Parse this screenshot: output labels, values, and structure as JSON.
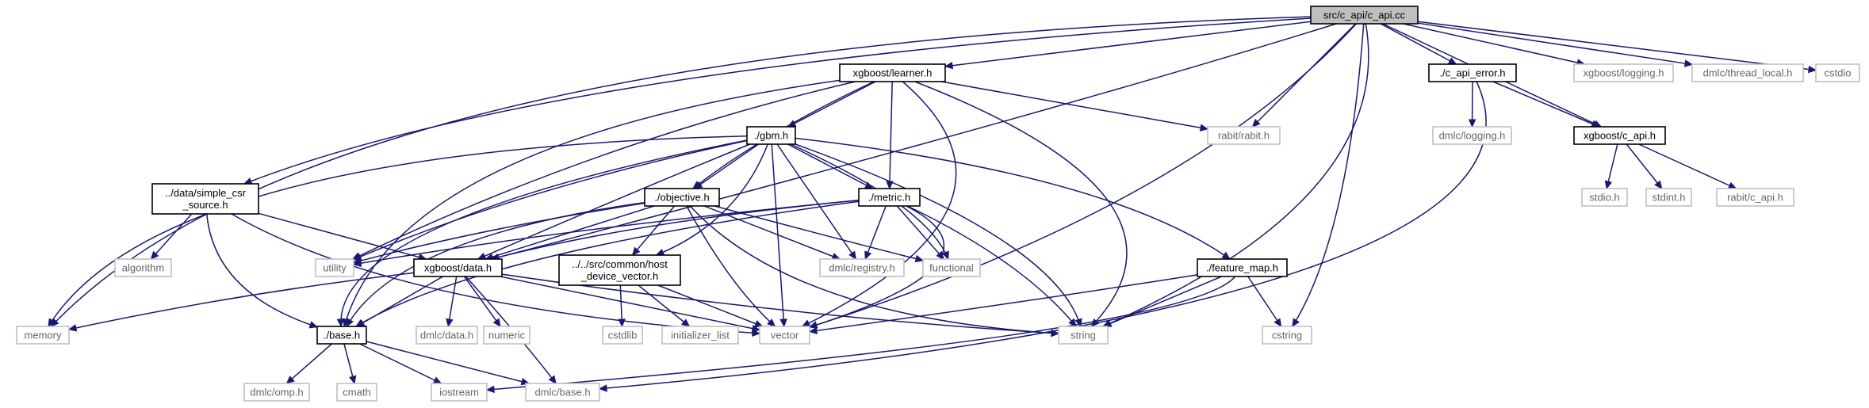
{
  "graph": {
    "nodes": [
      {
        "id": "root",
        "lines": [
          "src/c_api/c_api.cc"
        ],
        "style": "root"
      },
      {
        "id": "learner",
        "lines": [
          "xgboost/learner.h"
        ],
        "style": "black"
      },
      {
        "id": "c_api_error",
        "lines": [
          "./c_api_error.h"
        ],
        "style": "black"
      },
      {
        "id": "logging",
        "lines": [
          "xgboost/logging.h"
        ],
        "style": "grey"
      },
      {
        "id": "thread_local",
        "lines": [
          "dmlc/thread_local.h"
        ],
        "style": "grey"
      },
      {
        "id": "cstdio",
        "lines": [
          "cstdio"
        ],
        "style": "grey"
      },
      {
        "id": "gbm",
        "lines": [
          "./gbm.h"
        ],
        "style": "black"
      },
      {
        "id": "rabit",
        "lines": [
          "rabit/rabit.h"
        ],
        "style": "grey"
      },
      {
        "id": "dmlc_logging",
        "lines": [
          "dmlc/logging.h"
        ],
        "style": "grey"
      },
      {
        "id": "xgb_c_api",
        "lines": [
          "xgboost/c_api.h"
        ],
        "style": "black"
      },
      {
        "id": "simple_csr",
        "lines": [
          "../data/simple_csr",
          "_source.h"
        ],
        "style": "black"
      },
      {
        "id": "objective",
        "lines": [
          "./objective.h"
        ],
        "style": "black"
      },
      {
        "id": "metric",
        "lines": [
          "./metric.h"
        ],
        "style": "black"
      },
      {
        "id": "stdio",
        "lines": [
          "stdio.h"
        ],
        "style": "grey"
      },
      {
        "id": "stdint",
        "lines": [
          "stdint.h"
        ],
        "style": "grey"
      },
      {
        "id": "rabit_c_api",
        "lines": [
          "rabit/c_api.h"
        ],
        "style": "grey"
      },
      {
        "id": "algorithm",
        "lines": [
          "algorithm"
        ],
        "style": "grey"
      },
      {
        "id": "utility",
        "lines": [
          "utility"
        ],
        "style": "grey"
      },
      {
        "id": "data",
        "lines": [
          "xgboost/data.h"
        ],
        "style": "black"
      },
      {
        "id": "host_dev",
        "lines": [
          "../../src/common/host",
          "_device_vector.h"
        ],
        "style": "black"
      },
      {
        "id": "registry",
        "lines": [
          "dmlc/registry.h"
        ],
        "style": "grey"
      },
      {
        "id": "functional",
        "lines": [
          "functional"
        ],
        "style": "grey"
      },
      {
        "id": "feature_map",
        "lines": [
          "./feature_map.h"
        ],
        "style": "black"
      },
      {
        "id": "memory",
        "lines": [
          "memory"
        ],
        "style": "grey"
      },
      {
        "id": "dmlc_data",
        "lines": [
          "dmlc/data.h"
        ],
        "style": "grey"
      },
      {
        "id": "numeric",
        "lines": [
          "numeric"
        ],
        "style": "grey"
      },
      {
        "id": "cstdlib",
        "lines": [
          "cstdlib"
        ],
        "style": "grey"
      },
      {
        "id": "init_list",
        "lines": [
          "initializer_list"
        ],
        "style": "grey"
      },
      {
        "id": "vector",
        "lines": [
          "vector"
        ],
        "style": "grey"
      },
      {
        "id": "string",
        "lines": [
          "string"
        ],
        "style": "grey"
      },
      {
        "id": "cstring",
        "lines": [
          "cstring"
        ],
        "style": "grey"
      },
      {
        "id": "base",
        "lines": [
          "./base.h"
        ],
        "style": "black"
      },
      {
        "id": "dmlc_omp",
        "lines": [
          "dmlc/omp.h"
        ],
        "style": "grey"
      },
      {
        "id": "cmath",
        "lines": [
          "cmath"
        ],
        "style": "grey"
      },
      {
        "id": "iostream",
        "lines": [
          "iostream"
        ],
        "style": "grey"
      },
      {
        "id": "dmlc_base",
        "lines": [
          "dmlc/base.h"
        ],
        "style": "grey"
      }
    ],
    "colors": {
      "edge": "#191970",
      "root_fill": "#bfbfbf",
      "grey_border": "#bfbfbf",
      "grey_text": "#666666"
    }
  }
}
